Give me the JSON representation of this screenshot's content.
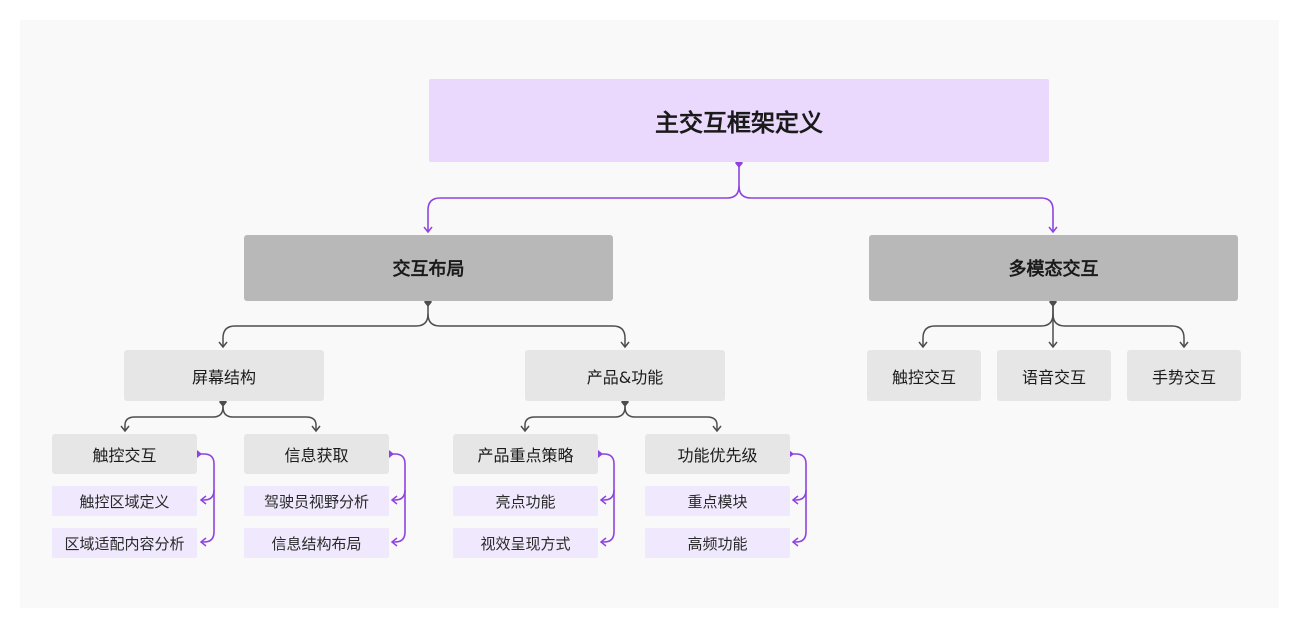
{
  "root": {
    "label": "主交互框架定义"
  },
  "layout_branch": {
    "label": "交互布局",
    "screen_structure": {
      "label": "屏幕结构",
      "touch_interaction": {
        "label": "触控交互",
        "items": [
          "触控区域定义",
          "区域适配内容分析"
        ]
      },
      "info_acquisition": {
        "label": "信息获取",
        "items": [
          "驾驶员视野分析",
          "信息结构布局"
        ]
      }
    },
    "product_function": {
      "label": "产品&功能",
      "product_strategy": {
        "label": "产品重点策略",
        "items": [
          "亮点功能",
          "视效呈现方式"
        ]
      },
      "function_priority": {
        "label": "功能优先级",
        "items": [
          "重点模块",
          "高频功能"
        ]
      }
    }
  },
  "multimodal_branch": {
    "label": "多模态交互",
    "items": [
      "触控交互",
      "语音交互",
      "手势交互"
    ]
  },
  "colors": {
    "accent_purple": "#8e44e0",
    "connector_gray": "#4d4d4d",
    "root_fill": "#ead9fc",
    "level1_fill": "#b8b8b8",
    "level2_fill": "#e6e6e6",
    "leaf_fill": "#f0e8fc"
  }
}
